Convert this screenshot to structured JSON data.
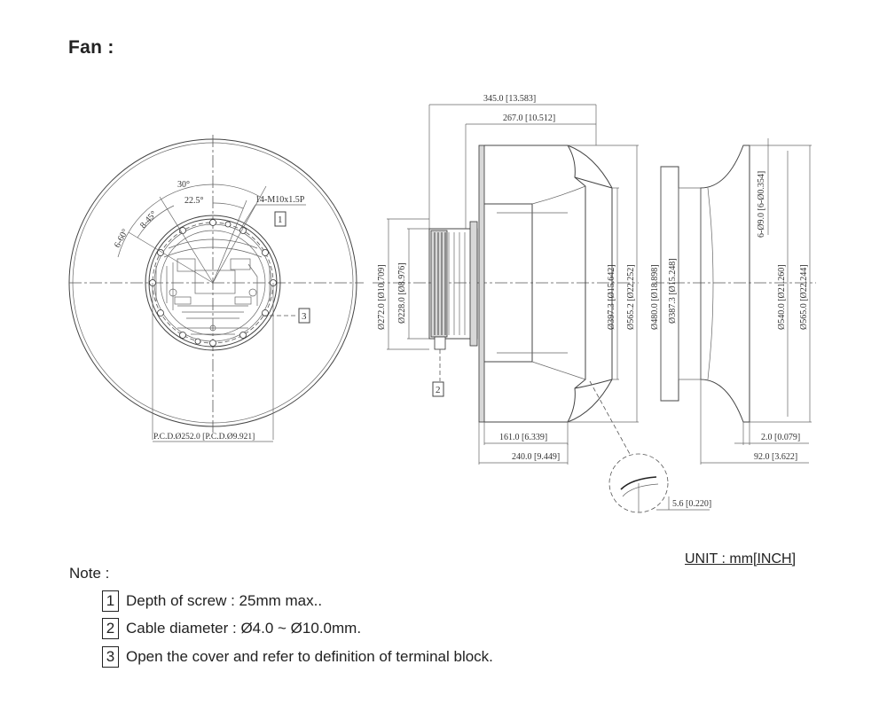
{
  "title": "Fan :",
  "unit_label": "UNIT : mm[INCH]",
  "note_label": "Note :",
  "notes": [
    {
      "num": "1",
      "text": "Depth of screw : 25mm max.."
    },
    {
      "num": "2",
      "text": "Cable diameter : Ø4.0 ~ Ø10.0mm."
    },
    {
      "num": "3",
      "text": "Open the cover and refer to definition of terminal block."
    }
  ],
  "front_view": {
    "angle_30": "30°",
    "angle_22_5": "22.5°",
    "angle_8_45": "8-45°",
    "angle_6_60": "6-60°",
    "screw_label": "14-M10x1.5P",
    "callout_1": "1",
    "callout_3": "3",
    "pcd": "P.C.D.Ø252.0 [P.C.D.Ø9.921]"
  },
  "side_view": {
    "dim_total_depth": "345.0 [13.583]",
    "dim_267": "267.0 [10.512]",
    "dim_d272": "Ø272.0 [Ø10.709]",
    "dim_d228": "Ø228.0 [Ø8.976]",
    "dim_d397": "Ø397.3 [Ø15.642]",
    "dim_d565": "Ø565.2 [Ø22.252]",
    "dim_161": "161.0 [6.339]",
    "dim_240": "240.0 [9.449]",
    "dim_5_6": "5.6 [0.220]",
    "callout_2": "2"
  },
  "ring_view": {
    "dim_holes": "6-Ø9.0 [6-Ø0.354]",
    "dim_d480": "Ø480.0 [Ø18.898]",
    "dim_d387": "Ø387.3 [Ø15.248]",
    "dim_d540": "Ø540.0 [Ø21.260]",
    "dim_d565": "Ø565.0 [Ø22.244]",
    "dim_2": "2.0 [0.079]",
    "dim_92": "92.0 [3.622]"
  }
}
